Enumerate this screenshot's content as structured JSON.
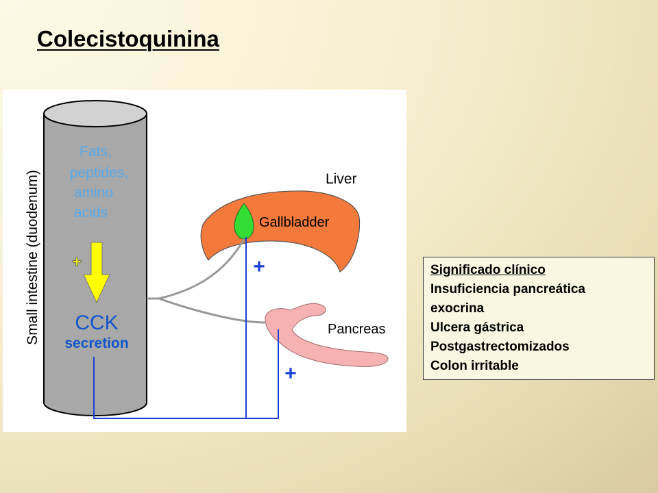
{
  "title": "Colecistoquinina",
  "diagram": {
    "intestine_label": "Small intestine (duodenum)",
    "nutrients": [
      "Fats,",
      "peptides,",
      "amino",
      "acids"
    ],
    "stimulus_sign": "+",
    "cck_label": "CCK",
    "secretion_label": "secretion",
    "liver_label": "Liver",
    "gallbladder_label": "Gallbladder",
    "pancreas_label": "Pancreas",
    "gallbladder_sign": "+",
    "pancreas_sign": "+",
    "colors": {
      "cylinder": "#a8a8a8",
      "nutrient_text": "#55aaee",
      "cck_text": "#1155cc",
      "arrow": "#ffff00",
      "liver": "#f47a3c",
      "gallbladder": "#33dd33",
      "pancreas": "#f6b2b2",
      "signal_line": "#1a3fd6",
      "duct": "#999999"
    }
  },
  "clinical": {
    "heading": "Significado clínico",
    "items": [
      "Insuficiencia pancreática",
      "exocrina",
      "Ulcera gástrica",
      "Postgastrectomizados",
      "Colon irritable"
    ]
  }
}
